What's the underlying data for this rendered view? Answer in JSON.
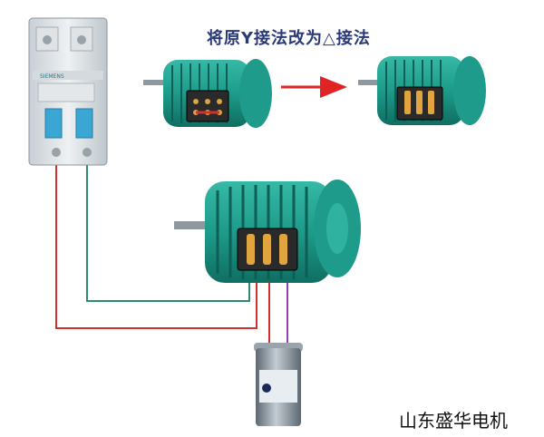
{
  "caption": "将原Y接法改为△接法",
  "watermark": "山东盛华电机",
  "breaker": {
    "brand": "SIEMENS"
  },
  "colors": {
    "motor": "#1e9b8a",
    "wire_red": "#d32f2f",
    "wire_green": "#2e8b6e",
    "wire_purple": "#9b3fb5",
    "arrow": "#e02424",
    "capacitor": "#7a8894"
  }
}
